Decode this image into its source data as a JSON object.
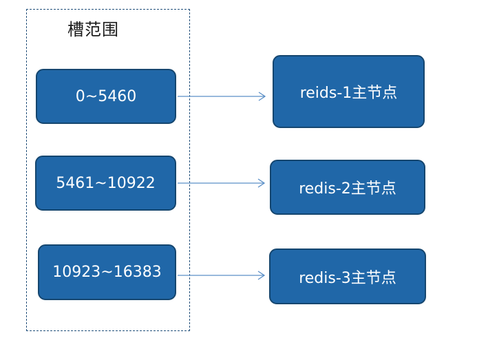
{
  "group": {
    "title": "槽范围"
  },
  "slots": [
    {
      "label": "0~5460"
    },
    {
      "label": "5461~10922"
    },
    {
      "label": "10923~16383"
    }
  ],
  "nodes": [
    {
      "label": "reids-1主节点"
    },
    {
      "label": "redis-2主节点"
    },
    {
      "label": "redis-3主节点"
    }
  ],
  "colors": {
    "box_fill": "#2067a8",
    "box_border": "#15466f",
    "arrow": "#5b8fc7",
    "group_border": "#1f4e79"
  }
}
